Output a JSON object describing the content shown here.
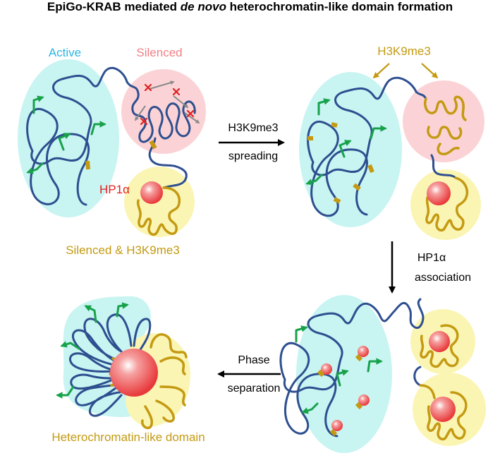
{
  "title": {
    "part1": "EpiGo-KRAB mediated ",
    "italic": "de novo",
    "part2": " heterochromatin-like domain formation"
  },
  "labels": {
    "active": "Active",
    "silenced": "Silenced",
    "h3k9me3_top": "H3K9me3",
    "hp1a": "HP1α",
    "silenced_h3k9me3": "Silenced & H3K9me3",
    "heterochromatin_domain": "Heterochromatin-like domain"
  },
  "steps": [
    {
      "line1": "H3K9me3",
      "line2": "spreading"
    },
    {
      "line1": "HP1α",
      "line2": "association"
    },
    {
      "line1": "Phase",
      "line2": "separation"
    }
  ],
  "colors": {
    "active_region": "#c8f4f2",
    "silenced_region": "#fbd3d6",
    "h3k9me3_region": "#fbf5b4",
    "chromatin": "#2e4f8f",
    "mark": "#c49a12",
    "gene_arrow": "#17a24a",
    "hp1a": "#e8383a",
    "label_active": "#29b6e6",
    "label_silenced": "#ef7f86",
    "label_gold": "#c49a12"
  }
}
